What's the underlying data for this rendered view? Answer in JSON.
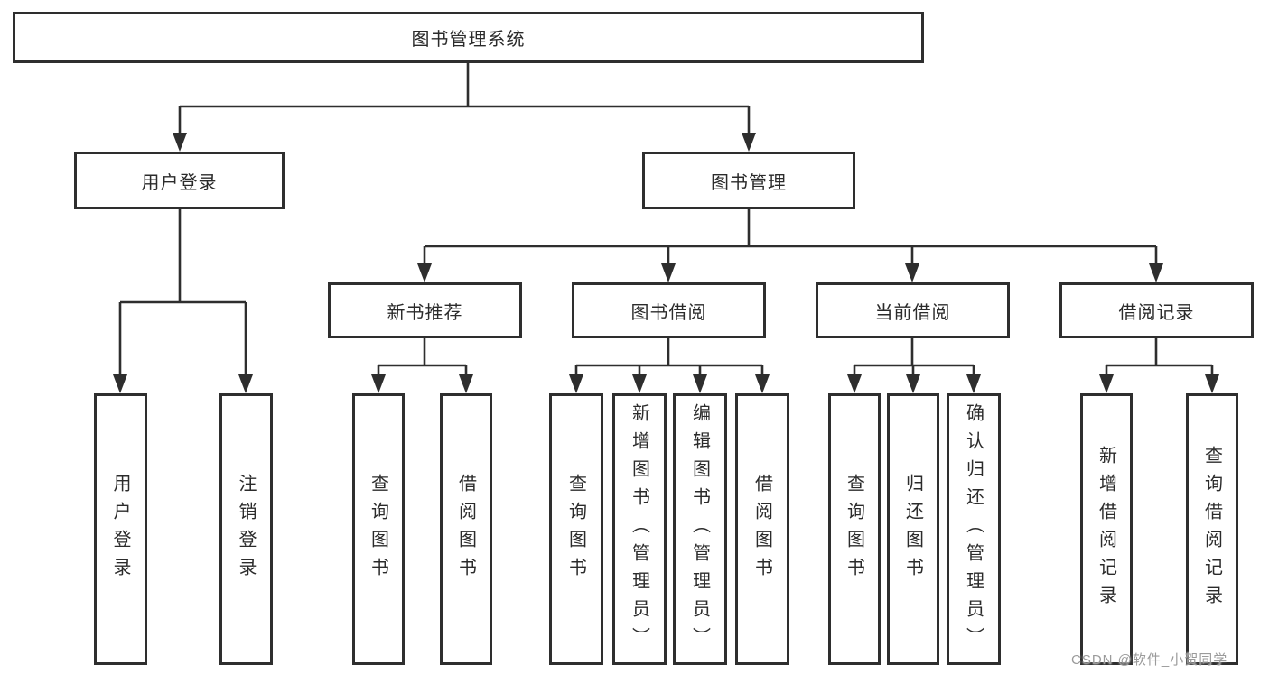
{
  "diagram": {
    "title": "图书管理系统",
    "watermark": "CSDN @软件_小贺同学",
    "colors": {
      "line": "#2e2e2e",
      "text": "#2b2b2b",
      "watermark": "#9b9b9b",
      "background": "#ffffff"
    },
    "nodes": {
      "root": "图书管理系统",
      "login_group": "用户登录",
      "mgmt_group": "图书管理",
      "new_book": "新书推荐",
      "book_borrow": "图书借阅",
      "current_borrow": "当前借阅",
      "borrow_record": "借阅记录",
      "login_user": "用户登录",
      "login_logout": "注销登录",
      "nb_query": "查询图书",
      "nb_borrow": "借阅图书",
      "bb_query": "查询图书",
      "bb_add": "新增图书（管理员）",
      "bb_edit": "编辑图书（管理员）",
      "bb_borrow": "借阅图书",
      "cb_query": "查询图书",
      "cb_return": "归还图书",
      "cb_confirm": "确认归还（管理员）",
      "br_add": "新增借阅记录",
      "br_query": "查询借阅记录"
    },
    "hierarchy": {
      "图书管理系统": {
        "用户登录": [
          "用户登录",
          "注销登录"
        ],
        "图书管理": {
          "新书推荐": [
            "查询图书",
            "借阅图书"
          ],
          "图书借阅": [
            "查询图书",
            "新增图书（管理员）",
            "编辑图书（管理员）",
            "借阅图书"
          ],
          "当前借阅": [
            "查询图书",
            "归还图书",
            "确认归还（管理员）"
          ],
          "借阅记录": [
            "新增借阅记录",
            "查询借阅记录"
          ]
        }
      }
    }
  }
}
